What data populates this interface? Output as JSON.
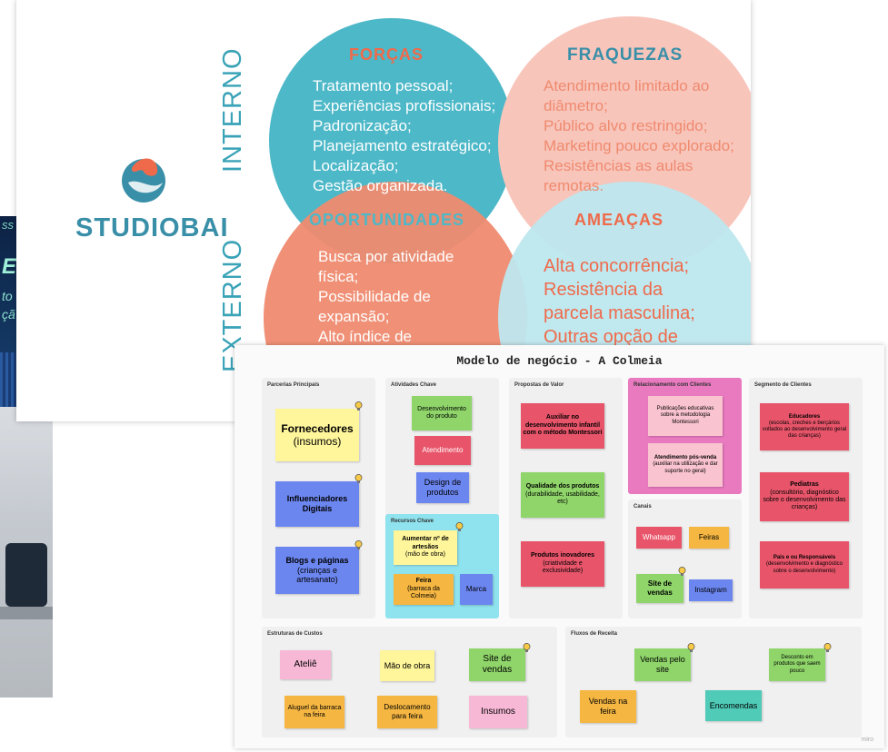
{
  "background": {
    "text_1": "ss",
    "text_2": "E",
    "text_3": "to",
    "text_4": "çã"
  },
  "swot": {
    "logo_text": "STUDIOBAI",
    "interno_label": "INTERNO",
    "externo_label": "EXTERNO",
    "forcas": {
      "title": "FORÇAS",
      "items": "Tratamento pessoal;\nExperiências profissionais;\nPadronização;\nPlanejamento estratégico;\nLocalização;\nGestão organizada."
    },
    "fraquezas": {
      "title": "FRAQUEZAS",
      "items": "Atendimento limitado ao\ndiâmetro;\nPúblico alvo restringido;\nMarketing pouco explorado;\nResistências as aulas\nremotas."
    },
    "oportunidades": {
      "title": "OPORTUNIDADES",
      "items": "Busca por atividade\nfísica;\nPossibilidade de\nexpansão;\nAlto índice de"
    },
    "ameacas": {
      "title": "AMEAÇAS",
      "items": "Alta concorrência;\nResistência da\nparcela masculina;\nOutras opção de"
    },
    "colors": {
      "teal": "#4db8c8",
      "pink": "#f8c5bb",
      "coral": "#ef8a6f",
      "lightblue": "#bde7ee",
      "title_orange": "#ef6a4a"
    }
  },
  "board": {
    "title": "Modelo de negócio - A Colmeia",
    "watermark": "miro",
    "sections": {
      "parcerias": "Parcerias Principais",
      "atividades": "Atividades Chave",
      "recursos": "Recursos Chave",
      "propostas": "Propostas de Valor",
      "relacionamento": "Relacionamento com Clientes",
      "canais": "Canais",
      "segmento": "Segmento de Clientes",
      "custos": "Estruturas de Custos",
      "receita": "Fluxos de Receita"
    },
    "notes": {
      "fornecedores": {
        "bold": "Fornecedores",
        "rest": "(insumos)"
      },
      "influenciadores": {
        "bold": "Influenciadores Digitais",
        "rest": ""
      },
      "blogs": {
        "bold": "Blogs e páginas",
        "rest": "(crianças e artesanato)"
      },
      "desenvolvimento": "Desenvolvimento do produto",
      "atendimento": "Atendimento",
      "design": "Design de produtos",
      "artesaos": {
        "bold": "Aumentar nº de artesãos",
        "rest": "(mão de obra)"
      },
      "feira_recurso": {
        "bold": "Feira",
        "rest": "(barraca da Colmeia)"
      },
      "marca": "Marca",
      "auxiliar": "Auxiliar no desenvolvimento infantil com o método Montessori",
      "qualidade": {
        "bold": "Qualidade dos produtos",
        "rest": "(durabilidade, usabilidade, etc)"
      },
      "inovadores": {
        "bold": "Produtos inovadores",
        "rest": "(criatividade e exclusividade)"
      },
      "publicacoes": "Publicações educativas sobre a metodologia Montessori",
      "posvenda": {
        "bold": "Atendimento pós-venda",
        "rest": "(auxiliar na utilização e dar suporte no geral)"
      },
      "whatsapp": "Whatsapp",
      "feiras_canal": "Feiras",
      "site_canal": "Site de vendas",
      "instagram": "Instagram",
      "educadores": {
        "bold": "Educadores",
        "rest": "(escolas, creches e berçários voltados ao desenvolvimento geral das crianças)"
      },
      "pediatras": {
        "bold": "Pediatras",
        "rest": "(consultório, diagnóstico sobre o desenvolvimento das crianças)"
      },
      "pais": {
        "bold": "Pais e ou Responsáveis",
        "rest": "(desenvolvimento e diagnóstico sobre o desenvolvimento)"
      },
      "atelie": "Ateliê",
      "mao_obra": "Mão de obra",
      "site_custo": "Site de vendas",
      "aluguel": "Aluguel da barraca na feira",
      "deslocamento": "Deslocamento para feira",
      "insumos": "Insumos",
      "vendas_site": "Vendas pelo site",
      "desconto": "Desconto em produtos que saem pouco",
      "vendas_feira": "Vendas na feira",
      "encomendas": "Encomendas"
    },
    "colors": {
      "yellow": "#fff59b",
      "blue": "#6c86f0",
      "green": "#8fd56a",
      "red": "#e8556a",
      "pink_note": "#f7b8d6",
      "magenta_panel": "#e97ac0",
      "cyan_panel": "#8fe3ee",
      "orange": "#f5b642",
      "teal_note": "#4fcbb8",
      "light_pink": "#f9c3cf"
    }
  }
}
